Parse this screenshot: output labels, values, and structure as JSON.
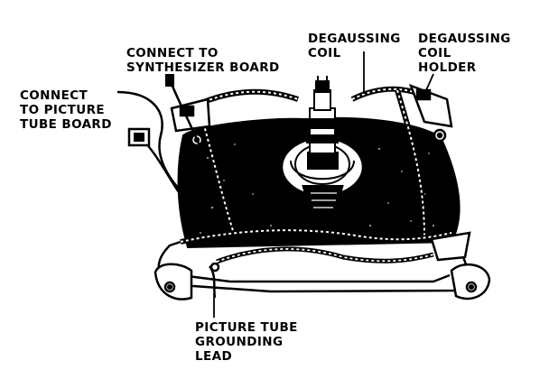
{
  "labels": {
    "synth": [
      "CONNECT TO",
      "SYNTHESIZER BOARD"
    ],
    "picture_board": [
      "CONNECT",
      "TO PICTURE",
      "TUBE BOARD"
    ],
    "coil": [
      "DEGAUSSING",
      "COIL"
    ],
    "holder": [
      "DEGAUSSING",
      "COIL",
      "HOLDER"
    ],
    "ground": [
      "PICTURE TUBE",
      "GROUNDING",
      "LEAD"
    ]
  },
  "colors": {
    "ink": "#000000",
    "paper": "#ffffff"
  }
}
